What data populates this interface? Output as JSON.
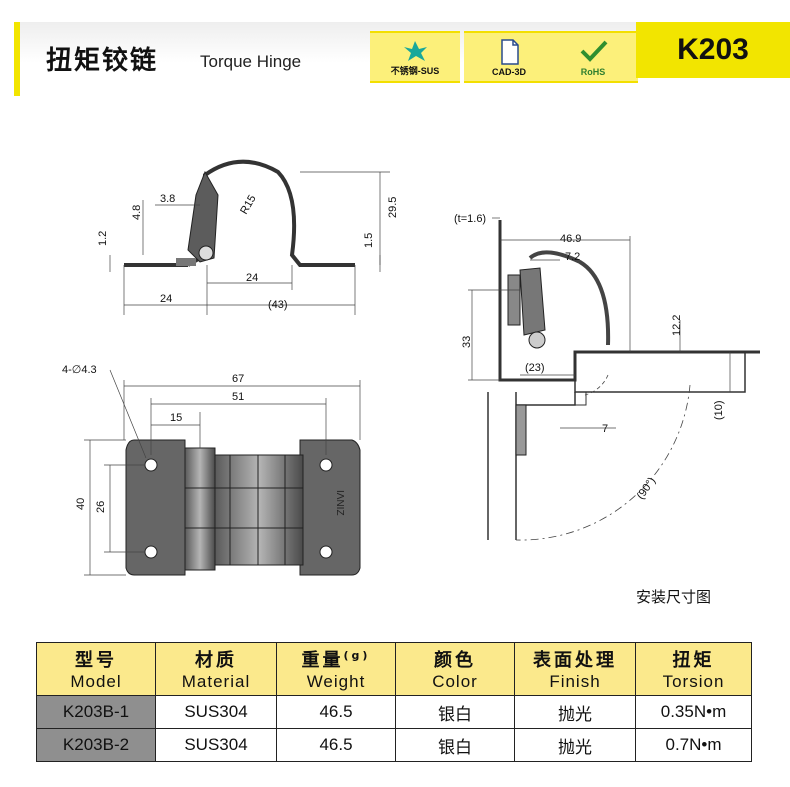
{
  "header": {
    "title_cn": "扭矩铰链",
    "title_en": "Torque Hinge",
    "badges": [
      {
        "label": "不锈钢-SUS",
        "icon": "stainless-star-icon"
      },
      {
        "label": "CAD-3D",
        "icon": "cad-file-icon"
      },
      {
        "label": "RoHS",
        "icon": "rohs-check-icon"
      }
    ],
    "product_code": "K203"
  },
  "dims": {
    "side": [
      "3.8",
      "4.8",
      "R15",
      "29.5",
      "1.2",
      "1.5",
      "24",
      "24",
      "(43)"
    ],
    "plan": [
      "4-∅4.3",
      "67",
      "51",
      "15",
      "40",
      "26"
    ],
    "install": [
      "(t=1.6)",
      "46.9",
      "7.2",
      "33",
      "(23)",
      "12.2",
      "(10)",
      "7",
      "(90°)"
    ]
  },
  "drawing_caption": "安装尺寸图",
  "table": {
    "headers": [
      {
        "cn": "型号",
        "en": "Model"
      },
      {
        "cn": "材质",
        "en": "Material"
      },
      {
        "cn": "重量",
        "en": "Weight",
        "unit": "(g)"
      },
      {
        "cn": "颜色",
        "en": "Color"
      },
      {
        "cn": "表面处理",
        "en": "Finish"
      },
      {
        "cn": "扭矩",
        "en": "Torsion"
      }
    ],
    "rows": [
      [
        "K203B-1",
        "SUS304",
        "46.5",
        "银白",
        "抛光",
        "0.35N•m"
      ],
      [
        "K203B-2",
        "SUS304",
        "46.5",
        "银白",
        "抛光",
        "0.7N•m"
      ]
    ]
  },
  "colors": {
    "accent": "#f2e500",
    "badge": "#fcf07a",
    "header_cell": "#fbe98c",
    "model_cell": "#8f8f8f"
  }
}
